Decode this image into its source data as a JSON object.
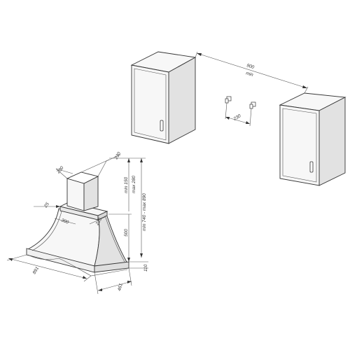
{
  "colors": {
    "line": "#333333",
    "panel_light": "#f7f7f7",
    "panel_dark": "#e2e2e2",
    "background": "#ffffff"
  },
  "cabinets": {
    "spacing_value": "900",
    "spacing_note": "min",
    "bracket_spacing": "230"
  },
  "hood": {
    "chimney_width": "200",
    "chimney_depth": "230",
    "chimney_offset": "25",
    "collar_width": "300",
    "collar_depth": "235",
    "chimney_height_min": "min 150",
    "chimney_height_max": "max 280",
    "body_height": "500",
    "total_height": "min 740 - max 890",
    "width": "891",
    "depth": "461",
    "base_height": "110"
  }
}
